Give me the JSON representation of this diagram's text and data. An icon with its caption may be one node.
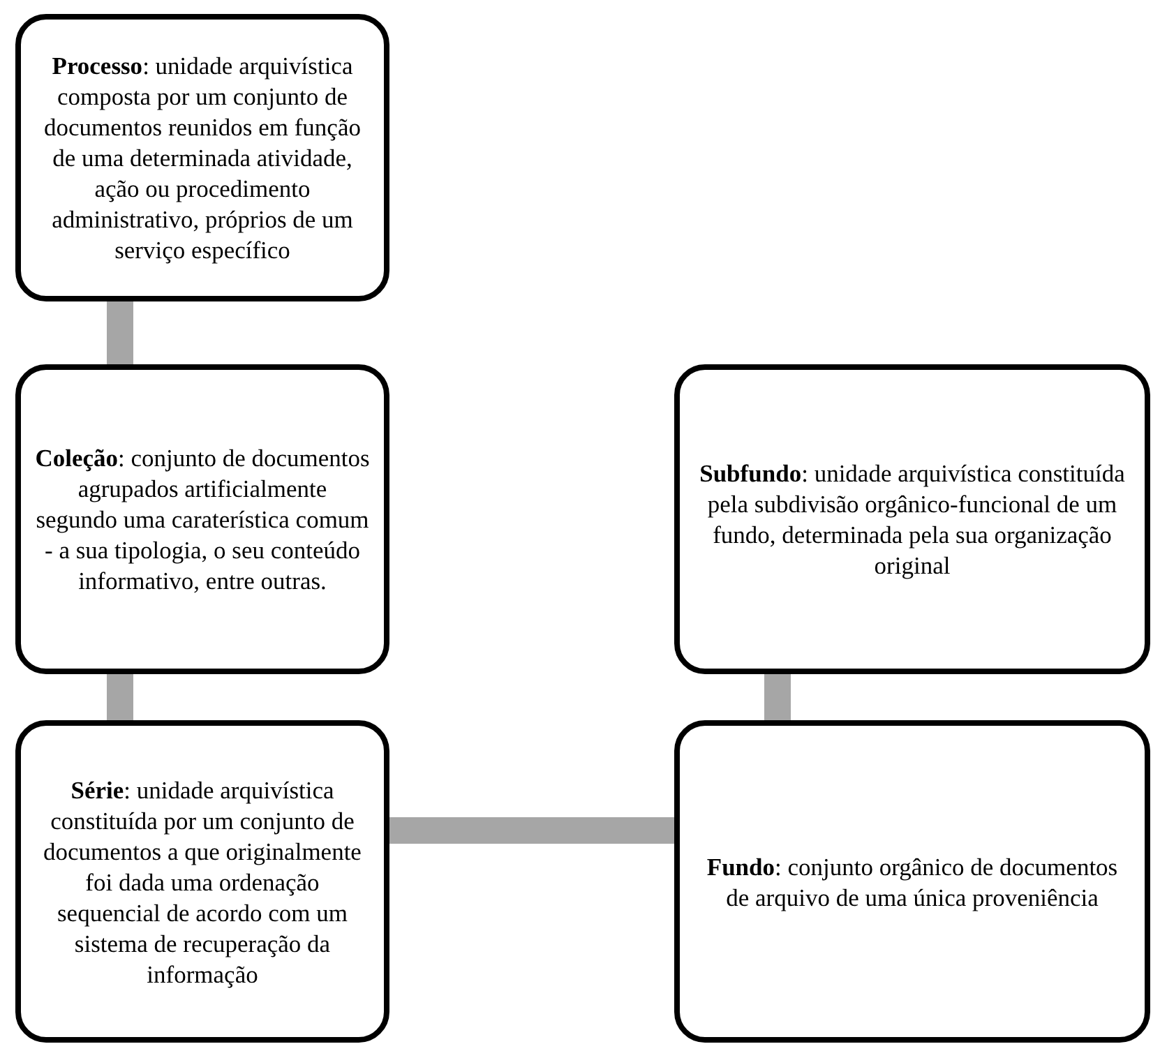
{
  "diagram": {
    "nodes": [
      {
        "text": [
          "**Processo**: unidade arquivística composta por um conjunto de documentos reunidos em função de uma determinada atividade, ação ou procedimento administrativo, próprios de um serviço específico"
        ]
      },
      {
        "text": [
          "**Coleção**: conjunto de documentos agrupados artificialmente segundo uma caraterística comum - a sua tipologia, o seu conteúdo informativo, entre outras."
        ]
      },
      {
        "text": [
          "**Série**: unidade arquivística constituída por um conjunto de documentos a que originalmente foi dada uma ordenação sequencial de acordo com um sistema de recuperação da informação"
        ]
      },
      {
        "text": [
          "**Subfundo**: unidade arquivística constituída pela subdivisão orgânico-funcional de um fundo, determinada pela sua organização original"
        ]
      },
      {
        "text": [
          "**Fundo**: conjunto orgânico de documentos de arquivo de uma única proveniência"
        ]
      }
    ],
    "edges": [
      {
        "from": 0,
        "to": 1,
        "arrow": "none"
      },
      {
        "from": 1,
        "to": 2,
        "arrow": "none"
      },
      {
        "from": 2,
        "to": 4,
        "arrow": "none"
      },
      {
        "from": 3,
        "to": 4,
        "arrow": "none"
      }
    ]
  }
}
